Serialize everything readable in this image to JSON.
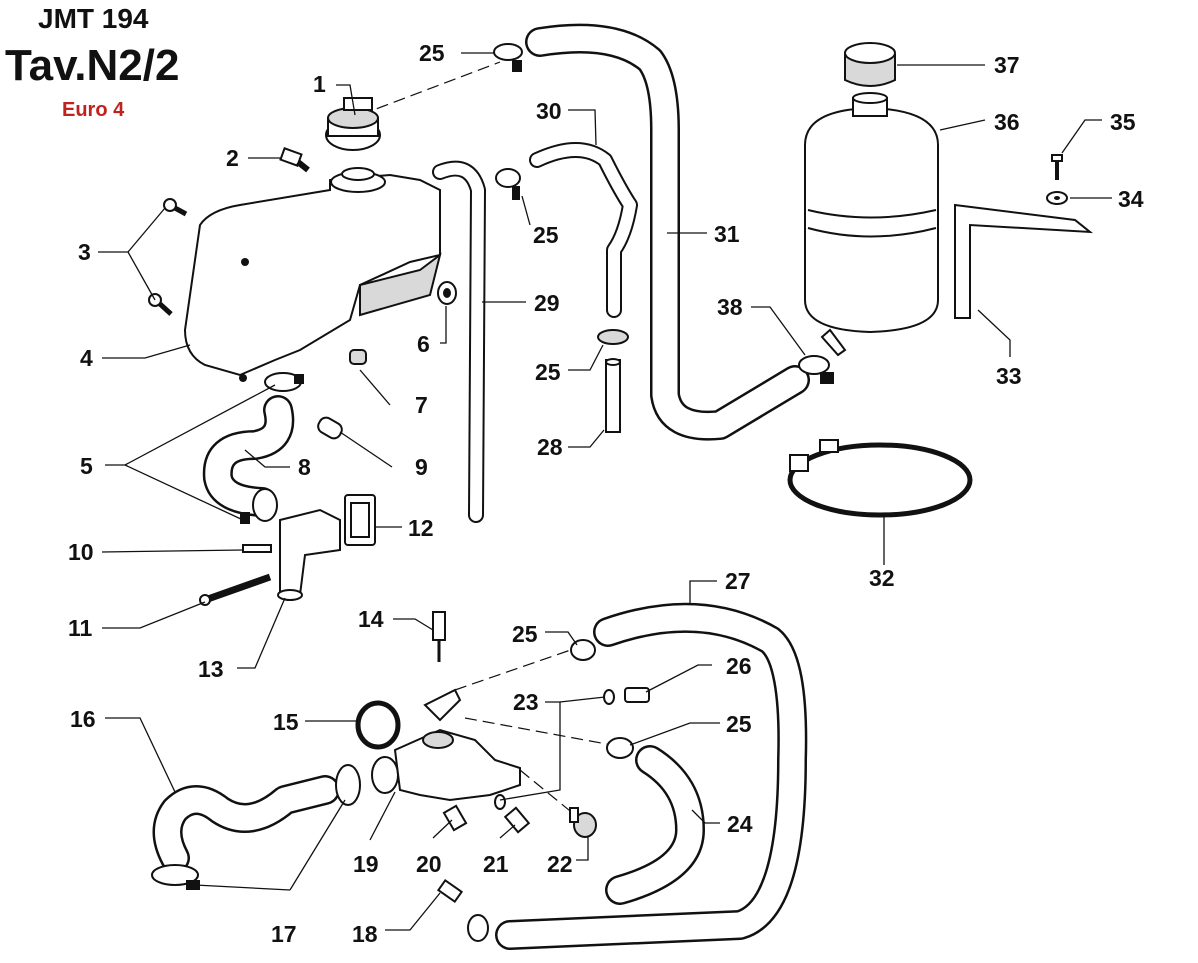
{
  "header": {
    "model": "JMT 194",
    "table": "Tav.N2/2",
    "emission": "Euro 4",
    "emission_color": "#c0221e"
  },
  "callouts": {
    "c1": "1",
    "c2": "2",
    "c3": "3",
    "c4": "4",
    "c5": "5",
    "c6": "6",
    "c7": "7",
    "c8": "8",
    "c9": "9",
    "c10": "10",
    "c11": "11",
    "c12": "12",
    "c13": "13",
    "c14": "14",
    "c15": "15",
    "c16": "16",
    "c17": "17",
    "c18": "18",
    "c19": "19",
    "c20": "20",
    "c21": "21",
    "c22": "22",
    "c23": "23",
    "c24": "24",
    "c25a": "25",
    "c25b": "25",
    "c25c": "25",
    "c25d": "25",
    "c25e": "25",
    "c26": "26",
    "c27": "27",
    "c28": "28",
    "c29": "29",
    "c30": "30",
    "c31": "31",
    "c32": "32",
    "c33": "33",
    "c34": "34",
    "c35": "35",
    "c36": "36",
    "c37": "37",
    "c38": "38"
  }
}
